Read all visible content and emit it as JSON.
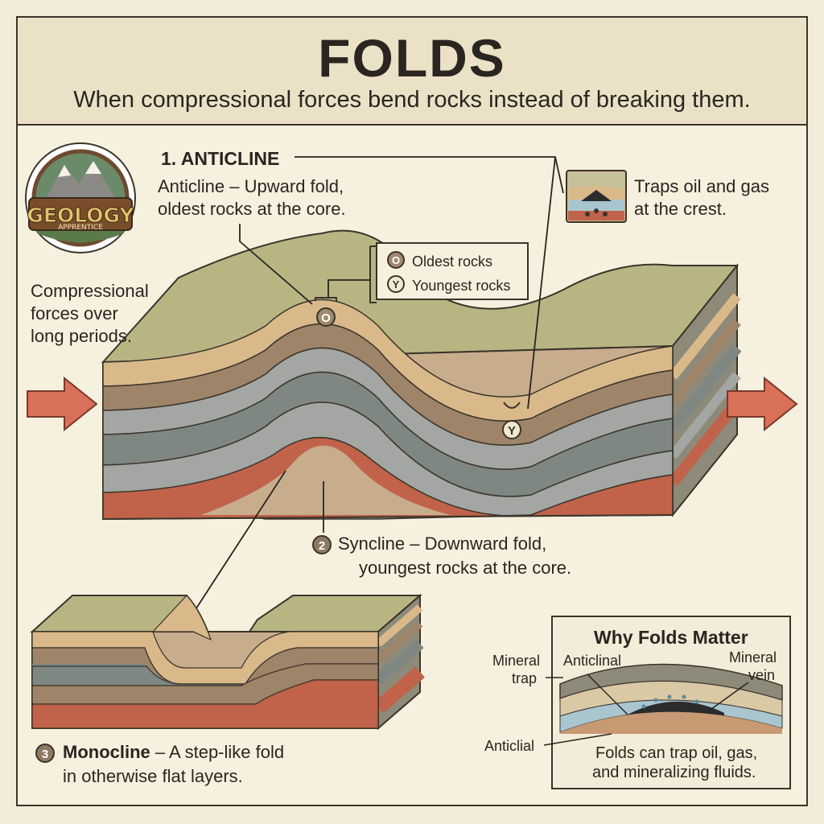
{
  "header": {
    "title": "FOLDS",
    "subtitle": "When compressional forces bend rocks instead of breaking them."
  },
  "logo": {
    "text": "GEOLOGY",
    "subtext": "APPRENTICE"
  },
  "anticline": {
    "heading": "1. ANTICLINE",
    "desc_line1": "Anticline – Upward fold,",
    "desc_line2": "oldest rocks at the core."
  },
  "trap": {
    "line1": "Traps oil and gas",
    "line2": "at the crest."
  },
  "forces": {
    "line1": "Compressional",
    "line2": "forces over",
    "line3": "long periods."
  },
  "legend": {
    "oldest_marker": "O",
    "oldest_label": "Oldest rocks",
    "youngest_marker": "Y",
    "youngest_label": "Youngest rocks"
  },
  "markers": {
    "crest": "O",
    "trough": "Y"
  },
  "syncline": {
    "number": "2",
    "desc_line1": "Syncline – Downward fold,",
    "desc_line2": "youngest rocks at the core."
  },
  "monocline": {
    "number": "3",
    "name": "Monocline",
    "desc_line1": " – A step-like fold",
    "desc_line2": "in otherwise flat layers."
  },
  "why": {
    "title": "Why Folds Matter",
    "mineral_trap_line1": "Mineral",
    "mineral_trap_line2": "trap",
    "anticlinal": "Anticlinal",
    "mineral_vein_line1": "Mineral",
    "mineral_vein_line2": "vein",
    "anticlial": "Anticlial",
    "caption_line1": "Folds can trap oil, gas,",
    "caption_line2": "and mineralizing fluids."
  },
  "colors": {
    "background": "#f3ecd9",
    "header_bg": "#ebe1c7",
    "arrow": "#d9705a",
    "layer_green": "#b9b583",
    "layer_tan": "#d9b98a",
    "layer_brown": "#9e8468",
    "layer_slate": "#7f8783",
    "layer_grey": "#a3a6a2",
    "layer_rust": "#c0634a",
    "core": "#c8ad8d"
  }
}
